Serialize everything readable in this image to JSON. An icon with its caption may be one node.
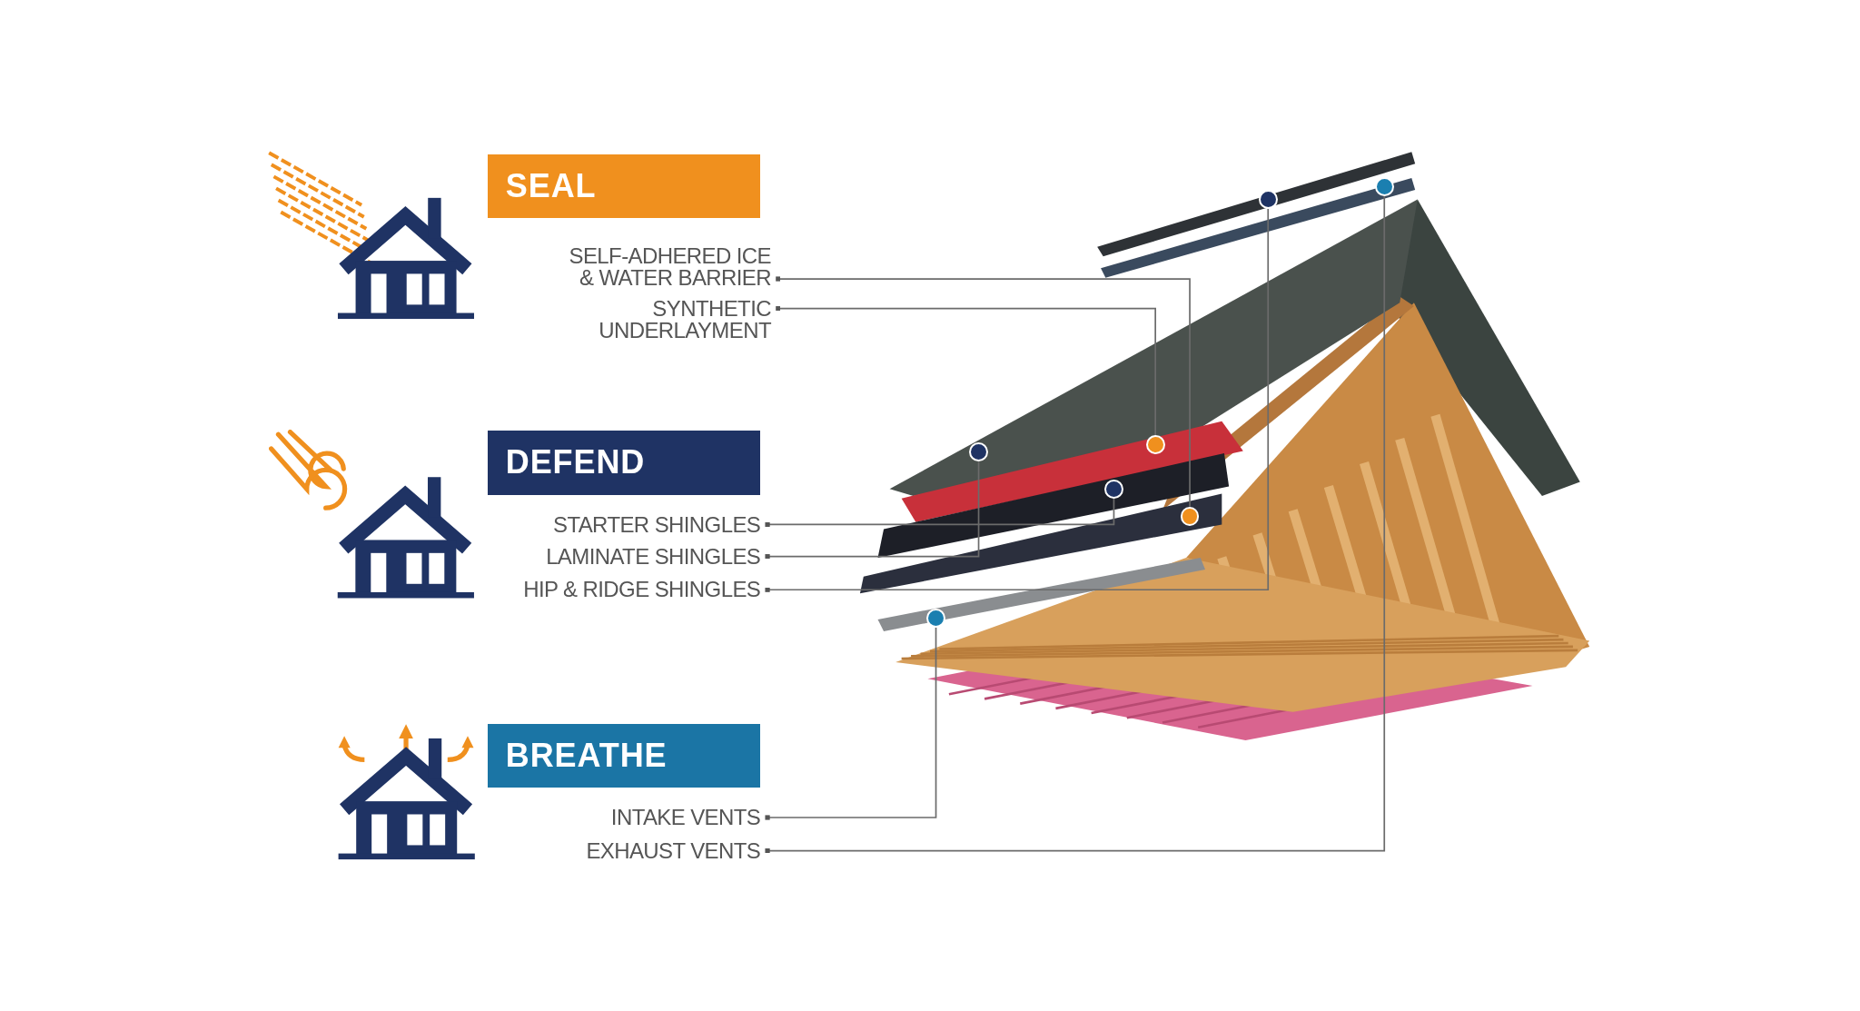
{
  "diagram": {
    "nodes": [
      {
        "text": [
          "SEAL"
        ]
      },
      {
        "text": [
          "DEFEND"
        ]
      },
      {
        "text": [
          "BREATHE"
        ]
      },
      {
        "text": [
          "SELF-ADHERED ICE & WATER BARRIER"
        ]
      },
      {
        "text": [
          "SYNTHETIC UNDERLAYMENT"
        ]
      },
      {
        "text": [
          "STARTER SHINGLES"
        ]
      },
      {
        "text": [
          "LAMINATE SHINGLES"
        ]
      },
      {
        "text": [
          "HIP & RIDGE SHINGLES"
        ]
      },
      {
        "text": [
          "INTAKE VENTS"
        ]
      },
      {
        "text": [
          "EXHAUST VENTS"
        ]
      },
      {
        "text": [],
        "shape": "circle"
      },
      {
        "text": [],
        "shape": "circle"
      },
      {
        "text": [],
        "shape": "circle"
      },
      {
        "text": [],
        "shape": "circle"
      },
      {
        "text": [],
        "shape": "circle"
      },
      {
        "text": [],
        "shape": "circle"
      },
      {
        "text": [],
        "shape": "circle"
      }
    ],
    "edges": [
      {
        "from": 3,
        "to": 15,
        "arrow": "other"
      },
      {
        "from": 4,
        "to": 12,
        "arrow": "other"
      },
      {
        "from": 5,
        "to": 14,
        "arrow": "other"
      },
      {
        "from": 6,
        "to": 13,
        "arrow": "other"
      },
      {
        "from": 7,
        "to": 11,
        "arrow": "other"
      },
      {
        "from": 8,
        "to": 16,
        "arrow": "other"
      },
      {
        "from": 9,
        "to": 10,
        "arrow": "other"
      }
    ]
  }
}
